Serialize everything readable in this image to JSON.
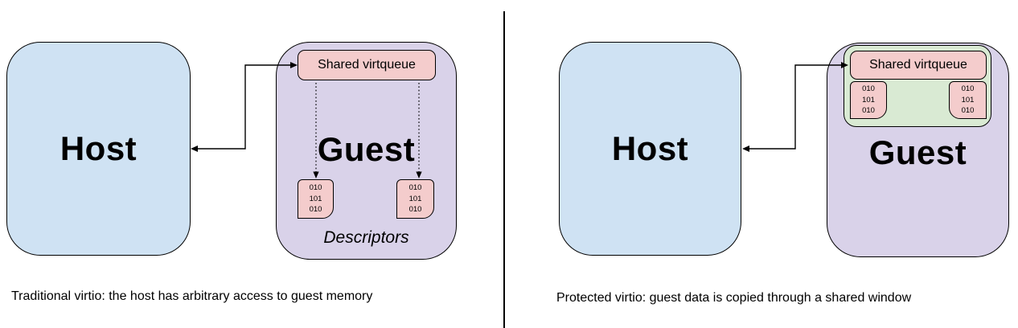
{
  "panels": [
    {
      "host_label": "Host",
      "guest_label": "Guest",
      "virtqueue_label": "Shared virtqueue",
      "descriptor_values": [
        "010\n101\n010",
        "010\n101\n010"
      ],
      "descriptors_label": "Descriptors",
      "caption": "Traditional virtio: the host has arbitrary access to guest memory"
    },
    {
      "host_label": "Host",
      "guest_label": "Guest",
      "virtqueue_label": "Shared virtqueue",
      "descriptor_values": [
        "010\n101\n010",
        "010\n101\n010"
      ],
      "caption": "Protected virtio: guest data is copied through a shared window"
    }
  ],
  "colors": {
    "host_fill": "#cfe2f3",
    "guest_fill": "#d9d2e9",
    "virtqueue_fill": "#f4cccc",
    "descriptor_fill": "#f4cccc",
    "shared_window_fill": "#d9ead3",
    "stroke": "#000000"
  }
}
